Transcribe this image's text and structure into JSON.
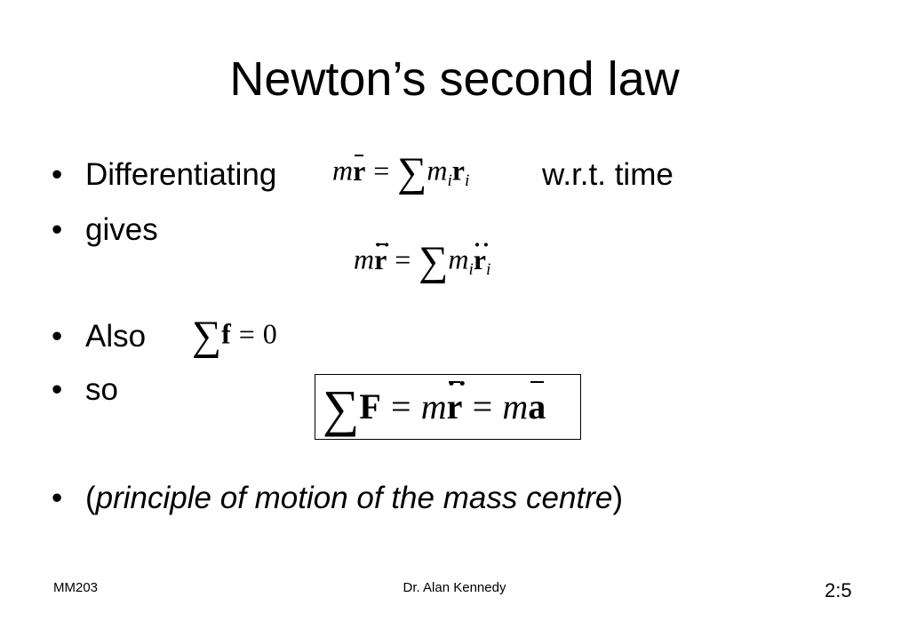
{
  "slide": {
    "title": "Newton’s second law",
    "bullets": {
      "b1_text": "Differentiating",
      "b1_suffix": "w.r.t. time",
      "b2_text": "gives",
      "b3_text": "Also",
      "b4_text": "so",
      "b5_open": "(",
      "b5_italic": "principle of motion of the mass centre",
      "b5_close": ")"
    },
    "bullet_glyph": "•",
    "equations": {
      "eq1": {
        "lhs_m": "m",
        "lhs_r": "r",
        "eq": "=",
        "sum": "∑",
        "rhs_m": "m",
        "rhs_sub_i": "i",
        "rhs_r": "r",
        "rhs_sub_i2": "i"
      },
      "eq2": {
        "lhs_m": "m",
        "lhs_r": "r",
        "dots": "··",
        "eq": "=",
        "sum": "∑",
        "rhs_m": "m",
        "rhs_sub_i": "i",
        "rhs_r": "r",
        "rhs_dots": "··",
        "rhs_sub_i2": "i"
      },
      "eq3": {
        "sum": "∑",
        "f": "f",
        "eq": "=",
        "zero": "0"
      },
      "eq4": {
        "sum": "∑",
        "F": "F",
        "eq1": "=",
        "m1": "m",
        "r": "r",
        "dots": "··",
        "eq2": "=",
        "m2": "m",
        "a": "a"
      }
    },
    "footer": {
      "left": "MM203",
      "center": "Dr. Alan Kennedy",
      "page": "2:5"
    }
  }
}
